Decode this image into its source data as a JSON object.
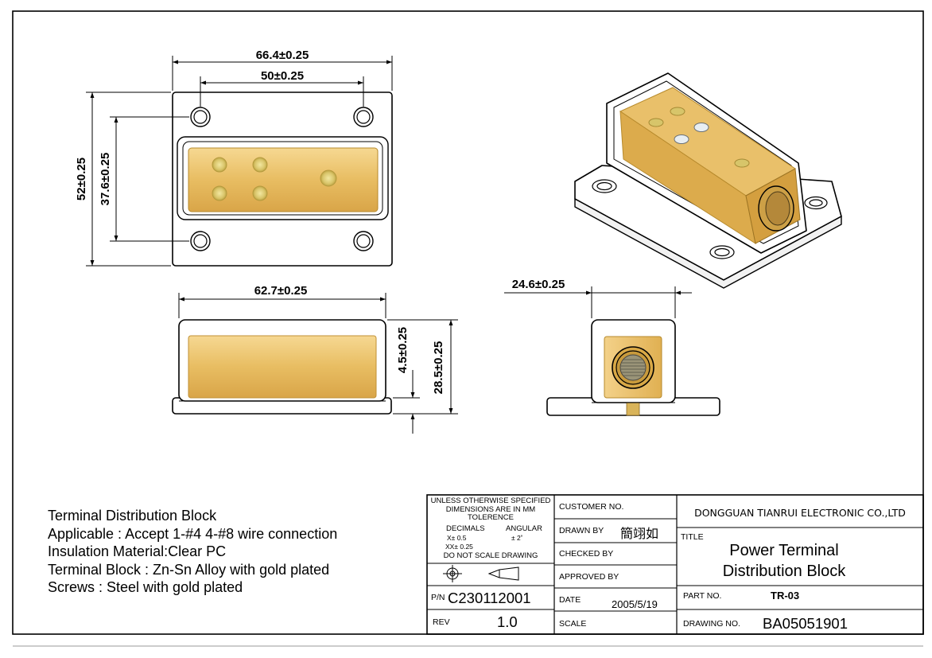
{
  "dimensions": {
    "top_overall_width": "66.4±0.25",
    "top_hole_spacing": "50±0.25",
    "top_overall_height": "52±0.25",
    "top_hole_height": "37.6±0.25",
    "front_width": "62.7±0.25",
    "front_flange": "4.5±0.25",
    "front_height": "28.5±0.25",
    "side_width": "24.6±0.25"
  },
  "notes": [
    "Terminal Distribution Block",
    "Applicable : Accept 1-#4 4-#8 wire connection",
    "Insulation Material:Clear PC",
    "Terminal Block : Zn-Sn Alloy with gold plated",
    "Screws : Steel with gold plated"
  ],
  "title_block": {
    "tolerance_note": [
      "UNLESS OTHERWISE SPECIFIED",
      "DIMENSIONS ARE IN MM",
      "TOLERENCE"
    ],
    "decimals_label": "DECIMALS",
    "angular_label": "ANGULAR",
    "x_tol": "X± 0.5",
    "angular_tol": "± 2˚",
    "xx_tol": "XX± 0.25",
    "do_not_scale": "DO NOT SCALE DRAWING",
    "customer_label": "CUSTOMER NO.",
    "drawn_by_label": "DRAWN BY",
    "drawn_by_value": "簡翊如",
    "checked_by_label": "CHECKED BY",
    "approved_by_label": "APPROVED BY",
    "date_label": "DATE",
    "date_value": "2005/5/19",
    "scale_label": "SCALE",
    "pn_label": "P/N",
    "pn_value": "C230112001",
    "rev_label": "REV",
    "rev_value": "1.0",
    "company": "DONGGUAN TIANRUI ELECTRONIC CO.,LTD",
    "title_label": "TITLE",
    "title_line1": "Power Terminal",
    "title_line2": "Distribution Block",
    "part_no_label": "PART NO.",
    "part_no_value": "TR-03",
    "drawing_no_label": "DRAWING NO.",
    "drawing_no_value": "BA05051901"
  },
  "colors": {
    "gold": "#e3b557",
    "gold_light": "#f3d189",
    "gold_dark": "#c79530",
    "housing": "#ffffff",
    "line": "#000000"
  }
}
